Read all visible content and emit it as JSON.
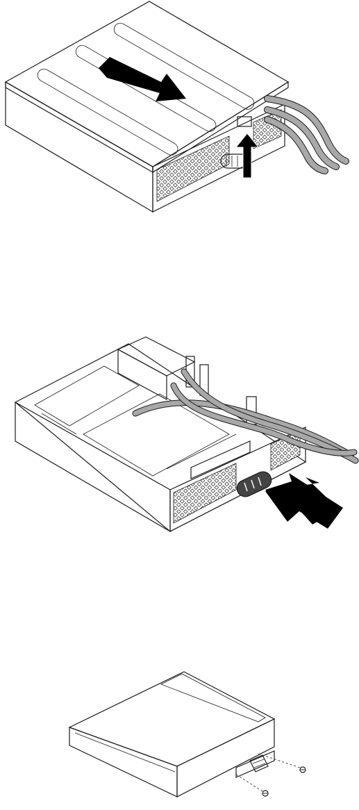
{
  "figures": [
    {
      "id": "fig1",
      "action": "slide-cover-back"
    },
    {
      "id": "fig2",
      "action": "push-drive-bay-in"
    },
    {
      "id": "fig3",
      "action": "attach-bracket-screws"
    }
  ],
  "colors": {
    "line": "#1a1a1a",
    "cover_gray": "#bdbdbd",
    "cable_gray": "#a8a8a8",
    "arrow_black": "#000000",
    "background": "#ffffff"
  },
  "icons": [
    "arrow-icon",
    "screw-icon"
  ]
}
